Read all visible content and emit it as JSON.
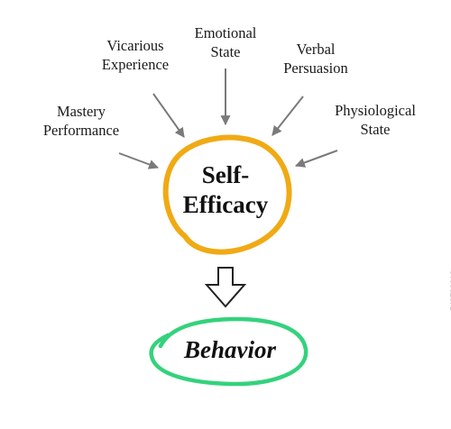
{
  "diagram": {
    "center": {
      "line1": "Self-",
      "line2": "Efficacy"
    },
    "outcome": {
      "label": "Behavior"
    },
    "sources": [
      {
        "id": "mastery",
        "line1": "Mastery",
        "line2": "Performance"
      },
      {
        "id": "vicarious",
        "line1": "Vicarious",
        "line2": "Experience"
      },
      {
        "id": "emotional",
        "line1": "Emotional",
        "line2": "State"
      },
      {
        "id": "verbal",
        "line1": "Verbal",
        "line2": "Persuasion"
      },
      {
        "id": "physio",
        "line1": "Physiological",
        "line2": "State"
      }
    ],
    "colors": {
      "center_ring": "#f0aa14",
      "outcome_ring": "#34d27c",
      "arrow": "#7a7a7a",
      "flow_arrow": "#222222"
    }
  },
  "watermark": {
    "stock_id": "540790613"
  }
}
